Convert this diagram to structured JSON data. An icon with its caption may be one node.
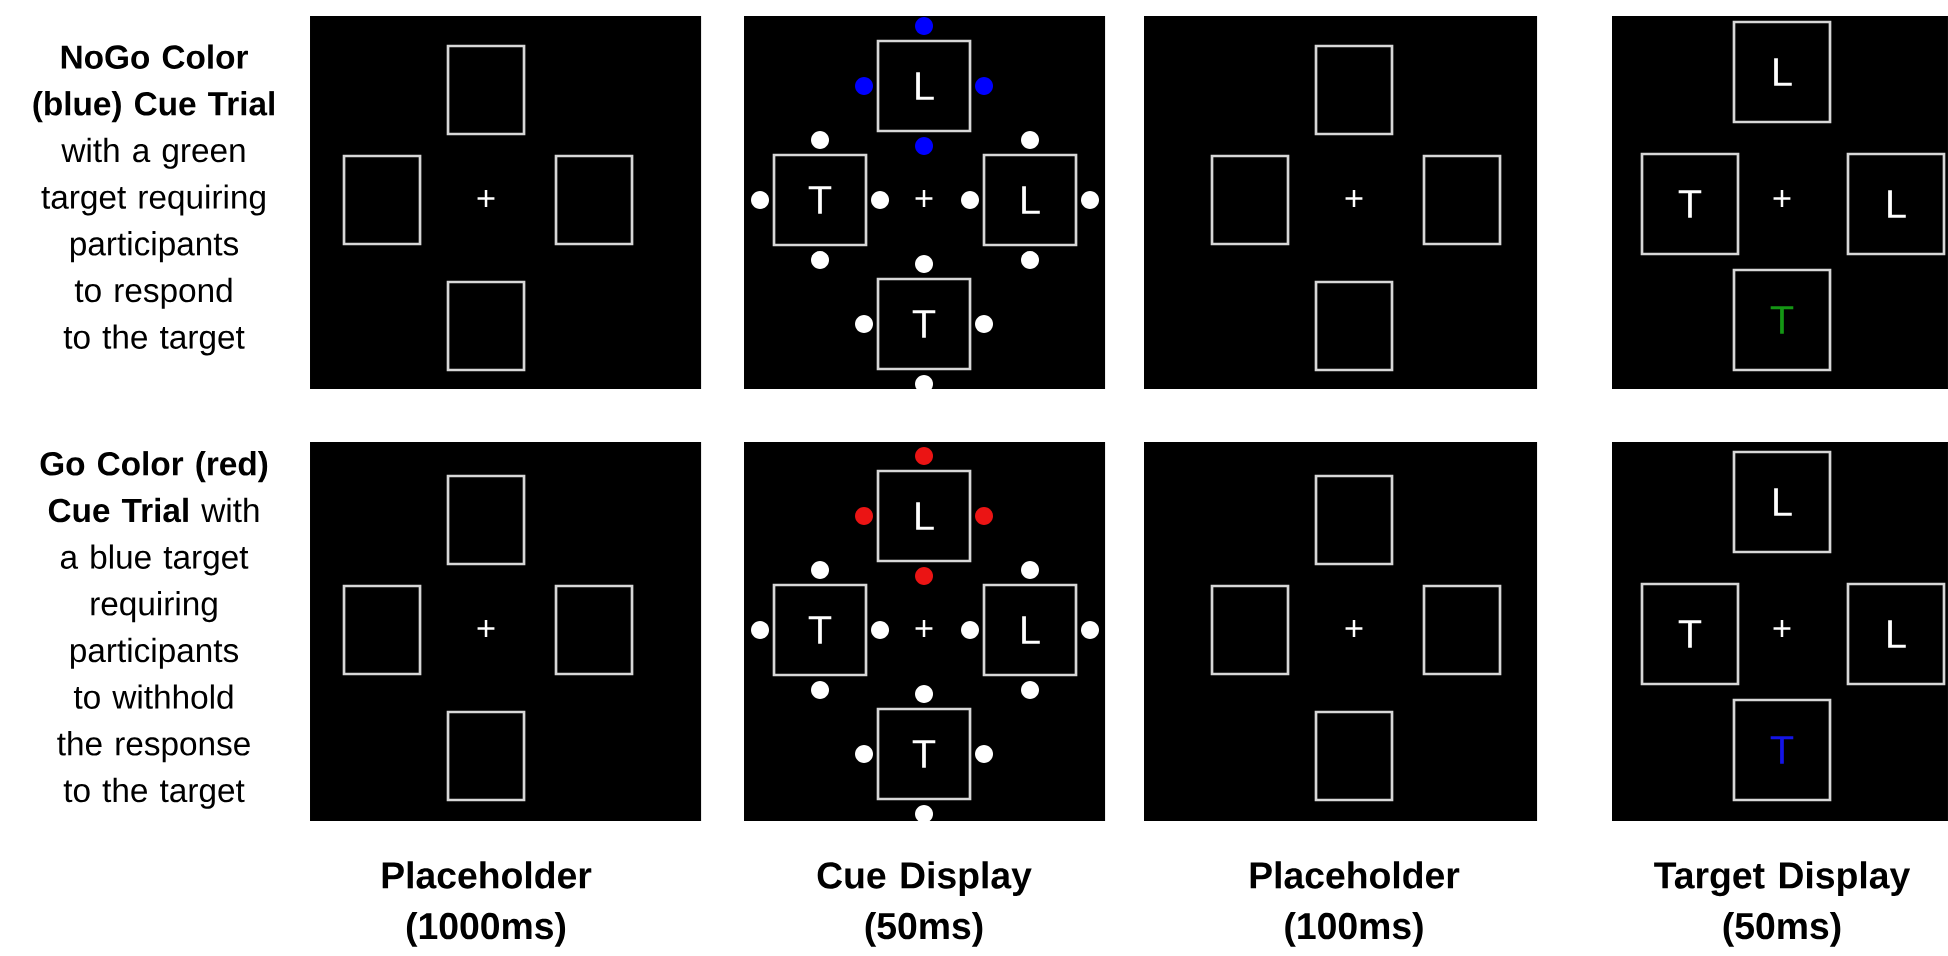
{
  "diagram": {
    "nodes": [
      {
        "text": [],
        "shape": "box"
      },
      {
        "text": [],
        "shape": "box",
        "in": 0
      },
      {
        "text": [],
        "shape": "box",
        "in": 0
      },
      {
        "text": [],
        "shape": "box",
        "in": 0
      },
      {
        "text": [],
        "shape": "box",
        "in": 0
      },
      {
        "text": [],
        "shape": "box"
      },
      {
        "text": [
          "L"
        ],
        "in": 5
      },
      {
        "text": [
          "T"
        ],
        "in": 5
      },
      {
        "text": [
          "L"
        ],
        "in": 5
      },
      {
        "text": [
          "T"
        ],
        "in": 5
      },
      {
        "text": [],
        "shape": "box"
      },
      {
        "text": [],
        "shape": "box",
        "in": 10
      },
      {
        "text": [],
        "shape": "box",
        "in": 10
      },
      {
        "text": [],
        "shape": "box",
        "in": 10
      },
      {
        "text": [],
        "shape": "box",
        "in": 10
      },
      {
        "text": [],
        "shape": "box"
      },
      {
        "text": [
          "L"
        ],
        "in": 15
      },
      {
        "text": [
          "T"
        ],
        "in": 15
      },
      {
        "text": [
          "L"
        ],
        "in": 15
      },
      {
        "text": [
          "T"
        ],
        "in": 15
      },
      {
        "text": [],
        "shape": "box"
      },
      {
        "text": [],
        "shape": "box",
        "in": 20
      },
      {
        "text": [],
        "shape": "box",
        "in": 20
      },
      {
        "text": [],
        "shape": "box",
        "in": 20
      },
      {
        "text": [],
        "shape": "box",
        "in": 20
      },
      {
        "text": [],
        "shape": "box"
      },
      {
        "text": [
          "L"
        ],
        "in": 25
      },
      {
        "text": [
          "T"
        ],
        "in": 25
      },
      {
        "text": [
          "L"
        ],
        "in": 25
      },
      {
        "text": [
          "T"
        ],
        "in": 25
      },
      {
        "text": [],
        "shape": "box"
      },
      {
        "text": [],
        "shape": "box",
        "in": 30
      },
      {
        "text": [],
        "shape": "box",
        "in": 30
      },
      {
        "text": [],
        "shape": "box",
        "in": 30
      },
      {
        "text": [],
        "shape": "box",
        "in": 30
      },
      {
        "text": [],
        "shape": "box"
      },
      {
        "text": [
          "L"
        ],
        "in": 35
      },
      {
        "text": [
          "T"
        ],
        "in": 35
      },
      {
        "text": [
          "L"
        ],
        "in": 35
      },
      {
        "text": [
          "T"
        ],
        "in": 35
      }
    ],
    "labels": [
      "**NoGo Color (blue) Cue Trial** with a green target requiring participants to respond to the target",
      "+",
      "+",
      "+",
      "+",
      "**Go Color (red) Cue Trial** with a blue target requiring participants to withhold the response to the target",
      "+",
      "+",
      "+",
      "+",
      "Placeholder (1000ms)",
      "Cue Display (50ms)",
      "Placeholder (100ms)",
      "Target Display (50ms)"
    ]
  }
}
